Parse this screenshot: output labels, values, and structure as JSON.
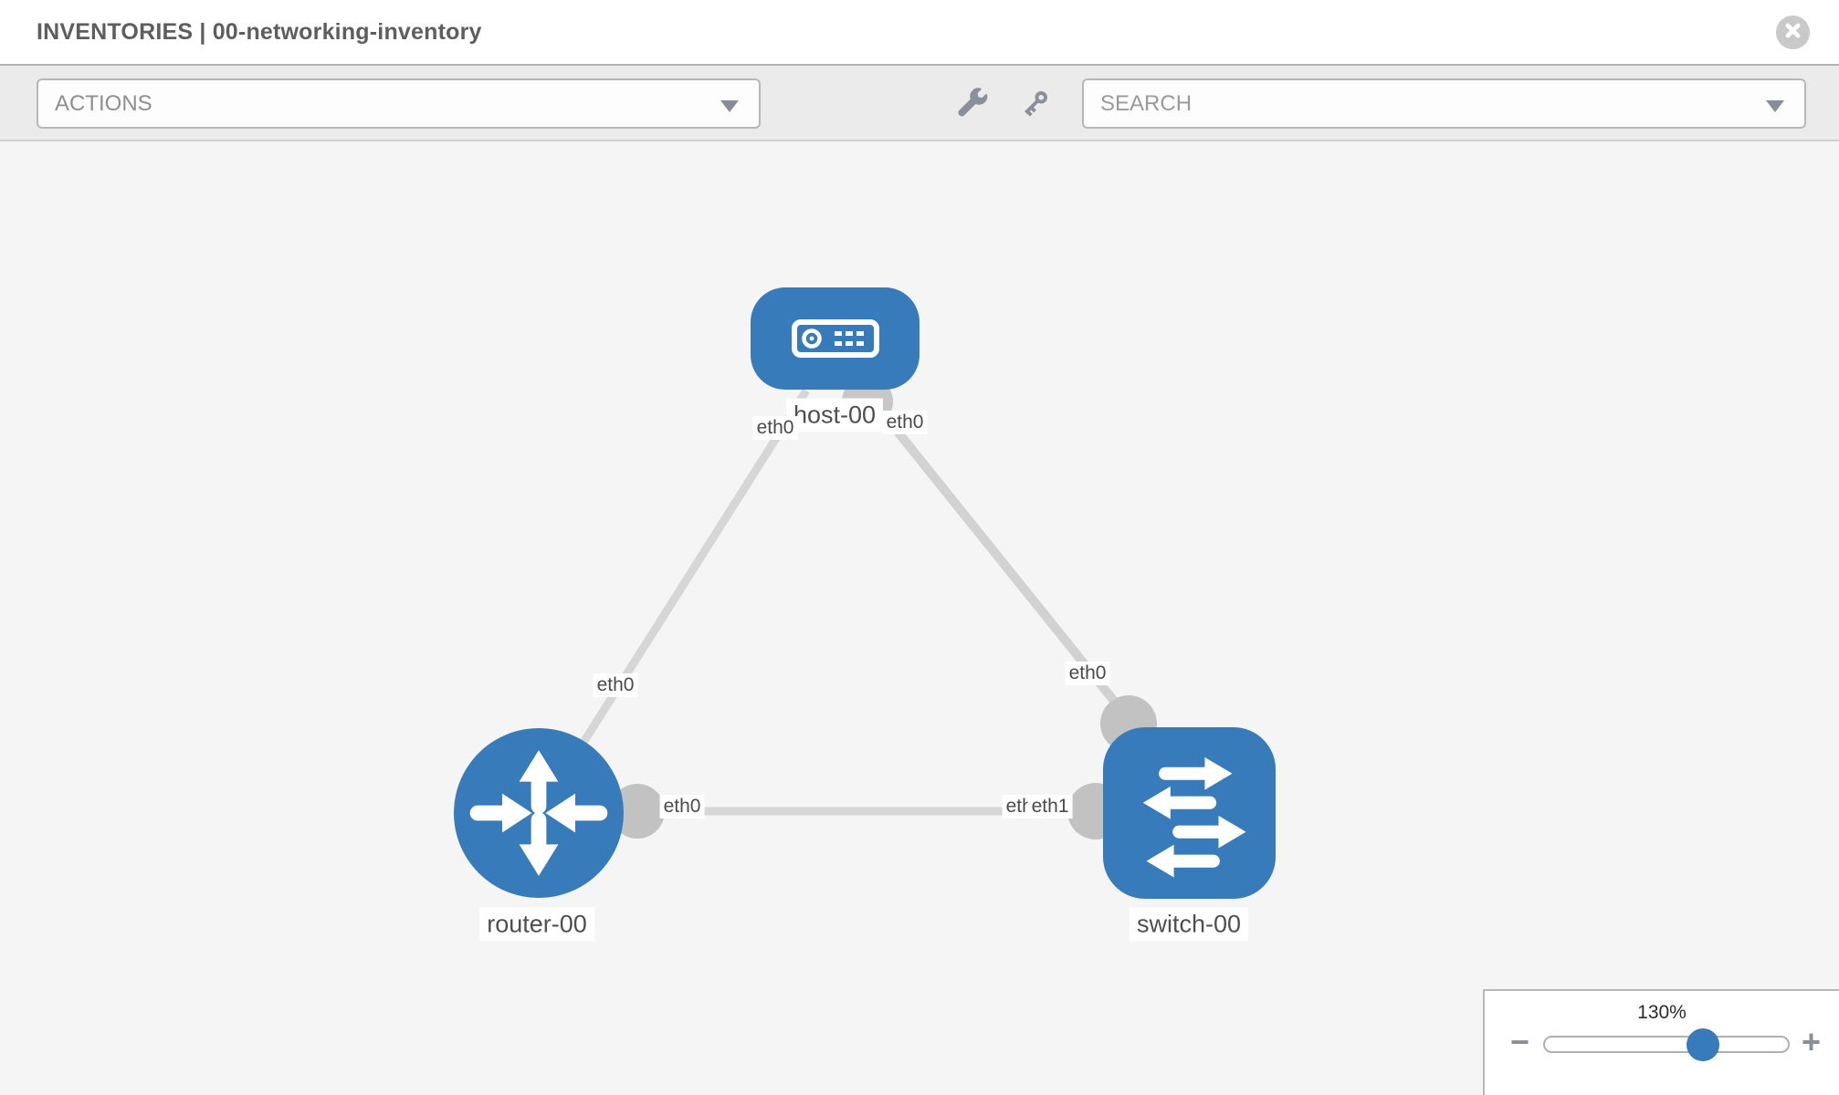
{
  "header": {
    "title": "INVENTORIES | 00-networking-inventory"
  },
  "toolbar": {
    "actions_label": "ACTIONS",
    "search_placeholder": "SEARCH",
    "icons": [
      "wrench-icon",
      "key-icon"
    ]
  },
  "topology": {
    "nodes": [
      {
        "id": "host-00",
        "label": "host-00",
        "type": "host"
      },
      {
        "id": "router-00",
        "label": "router-00",
        "type": "router"
      },
      {
        "id": "switch-00",
        "label": "switch-00",
        "type": "switch"
      }
    ],
    "links": [
      {
        "from": "router-00",
        "to": "host-00",
        "from_label": "eth0",
        "to_label": "eth0"
      },
      {
        "from": "host-00",
        "to": "switch-00",
        "from_label": "eth0",
        "to_label": "eth0"
      },
      {
        "from": "router-00",
        "to": "switch-00",
        "from_label": "eth0",
        "to_label": "eth1",
        "to_label_overlapped": "eth0"
      }
    ]
  },
  "zoom_control": {
    "level": "130%",
    "minus_label": "−",
    "plus_label": "+",
    "slider_percent": 65
  },
  "colors": {
    "node_blue": "#377bba",
    "link_gray": "#d6d6d6",
    "interface_gray": "#c2c2c2",
    "toolbar_bg": "#ebebeb",
    "canvas_bg": "#f5f5f5"
  }
}
